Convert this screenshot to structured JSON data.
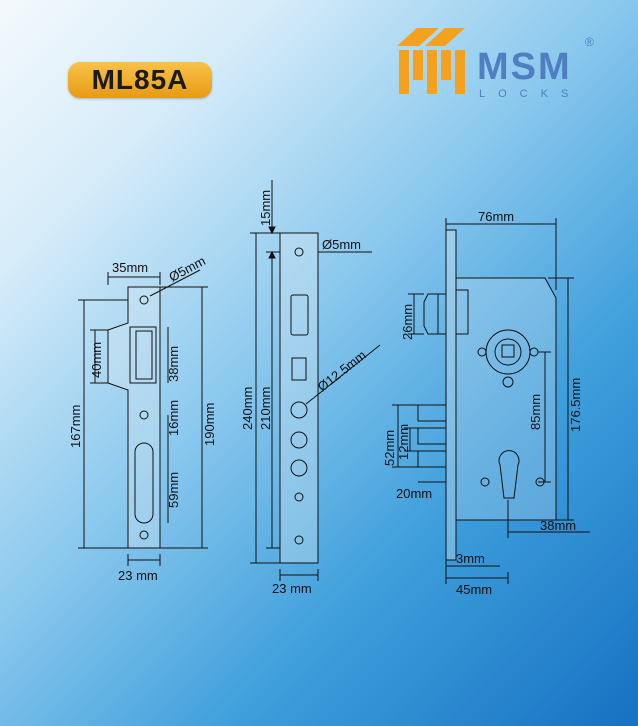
{
  "model": "ML85A",
  "brand": {
    "name": "MSM",
    "tagline": "LOCKS",
    "mark": "®",
    "colors": {
      "mark_orange": "#f4a21d",
      "name_blue": "#4f7fc1"
    }
  },
  "strike_plate": {
    "width_top": "35mm",
    "hole_diameter": "Ø5mm",
    "cutout_height": "40mm",
    "cutout_inner": "38mm",
    "spacing": "16mm",
    "slot_length": "59mm",
    "total_left": "167mm",
    "total_right": "190mm",
    "width_bottom": "23 mm"
  },
  "faceplate": {
    "top_offset": "15mm",
    "hole_diameter": "Ø5mm",
    "total": "240mm",
    "inner": "210mm",
    "cylinder_hole": "Ø12.5mm",
    "width": "23 mm"
  },
  "lock_body": {
    "width_top": "76mm",
    "latch_height": "26mm",
    "height": "176.5mm",
    "center_distance": "85mm",
    "bolt_span": "52mm",
    "bolt_step": "12mm",
    "bolt_throw": "20mm",
    "backset_bottom": "38mm",
    "plate_thickness": "3mm",
    "backset": "45mm"
  }
}
